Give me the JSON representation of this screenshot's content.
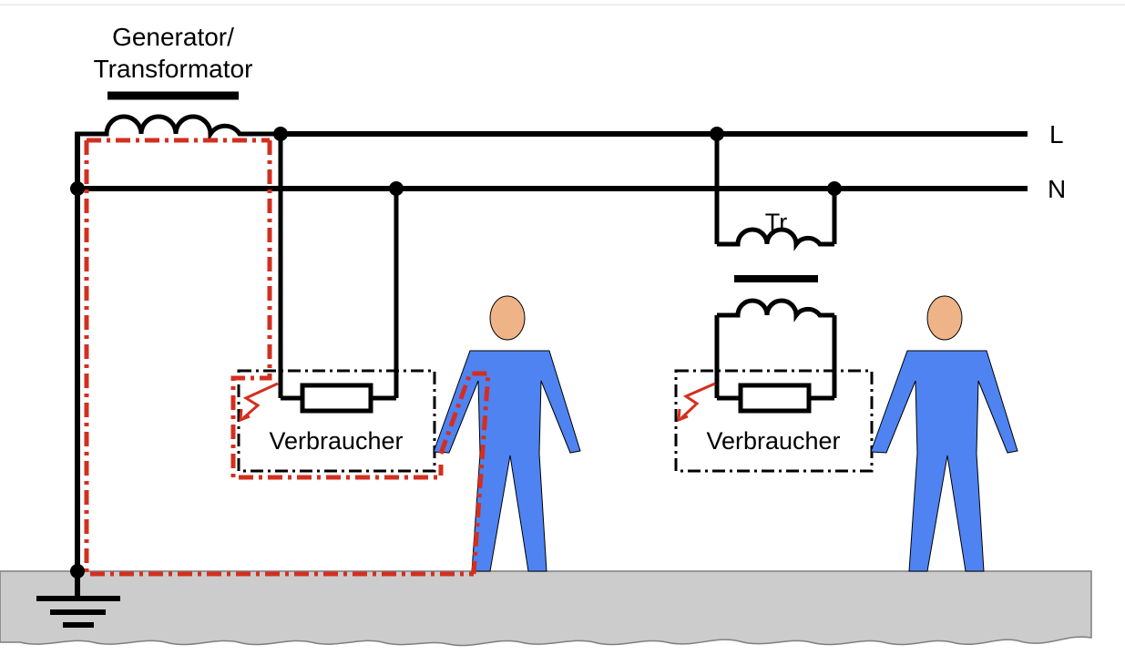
{
  "labels": {
    "source_line1": "Generator/",
    "source_line2": "Transformator",
    "line_L": "L",
    "line_N": "N",
    "isolation_transformer": "Tr",
    "load_left": "Verbraucher",
    "load_right": "Verbraucher"
  },
  "colors": {
    "wire": "#000000",
    "fault_path": "#d32f1f",
    "person_body": "#4f83f1",
    "person_head": "#eeb487",
    "ground": "#cccccc",
    "top_border": "#dddddd"
  }
}
